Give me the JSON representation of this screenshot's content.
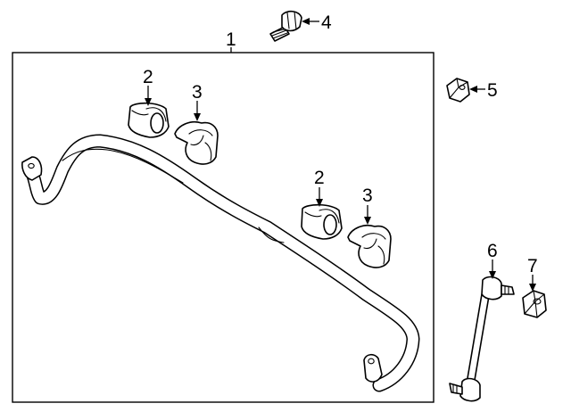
{
  "diagram": {
    "callouts": [
      {
        "id": "c1",
        "label": "1"
      },
      {
        "id": "c2a",
        "label": "2"
      },
      {
        "id": "c3a",
        "label": "3"
      },
      {
        "id": "c2b",
        "label": "2"
      },
      {
        "id": "c3b",
        "label": "3"
      },
      {
        "id": "c4",
        "label": "4"
      },
      {
        "id": "c5",
        "label": "5"
      },
      {
        "id": "c6",
        "label": "6"
      },
      {
        "id": "c7",
        "label": "7"
      }
    ]
  }
}
